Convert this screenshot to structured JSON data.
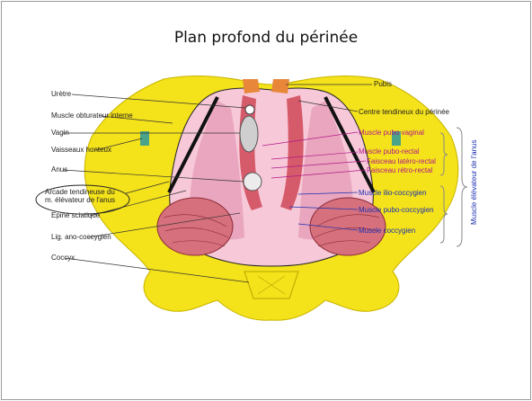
{
  "slide": {
    "title": "Plan profond du périnée"
  },
  "labels_left": [
    {
      "id": "uretre",
      "text": "Urètre"
    },
    {
      "id": "obturateur",
      "text": "Muscle obturateur interne"
    },
    {
      "id": "vagin",
      "text": "Vagin"
    },
    {
      "id": "vaisseaux",
      "text": "Vaisseaux honteux"
    },
    {
      "id": "anus",
      "text": "Anus"
    },
    {
      "id": "arcade1",
      "text": "Arcade tendineuse du"
    },
    {
      "id": "arcade2",
      "text": "m. élévateur de l'anus"
    },
    {
      "id": "epine",
      "text": "Epine sciatique"
    },
    {
      "id": "lig",
      "text": "Lig. ano-coccygien"
    },
    {
      "id": "coccyx",
      "text": "Coccyx"
    }
  ],
  "labels_right": [
    {
      "id": "pubis",
      "text": "Pubis",
      "color": "black"
    },
    {
      "id": "centre",
      "text": "Centre tendineux du périnée",
      "color": "black"
    },
    {
      "id": "pubo_vaginal",
      "text": "Muscle pubo vaginal",
      "color": "magenta"
    },
    {
      "id": "pubo_rectal",
      "text": "Muscle pubo-rectal",
      "color": "magenta"
    },
    {
      "id": "latero",
      "text": "Faisceau latéro-rectal",
      "color": "magenta"
    },
    {
      "id": "retro",
      "text": "Faisceau rétro-rectal",
      "color": "magenta"
    },
    {
      "id": "ilio",
      "text": "Muscle ilio-coccygien",
      "color": "blue"
    },
    {
      "id": "pubo_cocc",
      "text": "Muscle pubo-coccygien",
      "color": "blue"
    },
    {
      "id": "coccygien",
      "text": "Muscle coccygien",
      "color": "blue"
    }
  ],
  "group_label": "Muscle élévateur de l'anus",
  "colors": {
    "bone": "#f4e21a",
    "muscle": "#d9707c",
    "muscle_dark": "#b8404f",
    "pink": "#f0b6cc",
    "label_magenta": "#b0188a",
    "label_blue": "#1a2fb0",
    "highlight_ellipse": "#222222"
  }
}
